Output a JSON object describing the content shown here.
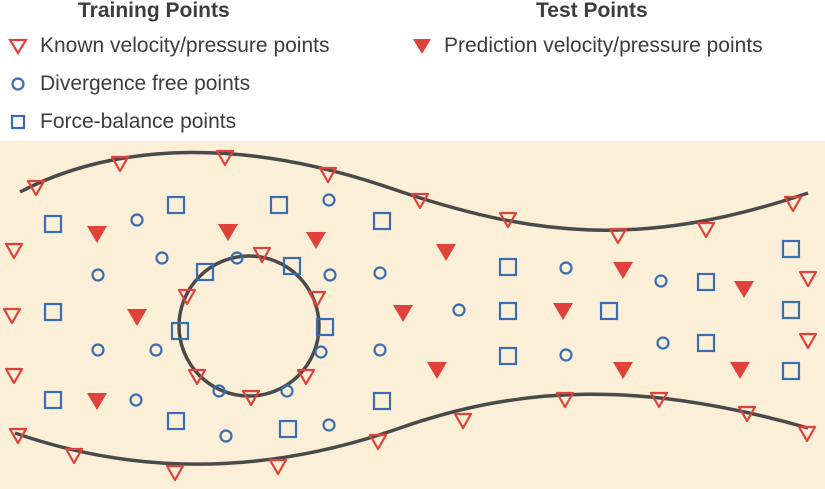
{
  "legend": {
    "training_title": "Training Points",
    "test_title": "Test Points",
    "known_label": "Known velocity/pressure points",
    "divergence_label": "Divergence free points",
    "force_label": "Force-balance points",
    "prediction_label": "Prediction velocity/pressure points"
  },
  "colors": {
    "background": "#fcefd8",
    "red": "#e0413a",
    "blue": "#3a6cb4",
    "wall": "#4a4a4a",
    "text": "#3d3d3d"
  },
  "icons": {
    "known": "open-triangle-down-icon",
    "divergence": "open-circle-icon",
    "force": "open-square-icon",
    "prediction": "filled-triangle-down-icon"
  }
}
